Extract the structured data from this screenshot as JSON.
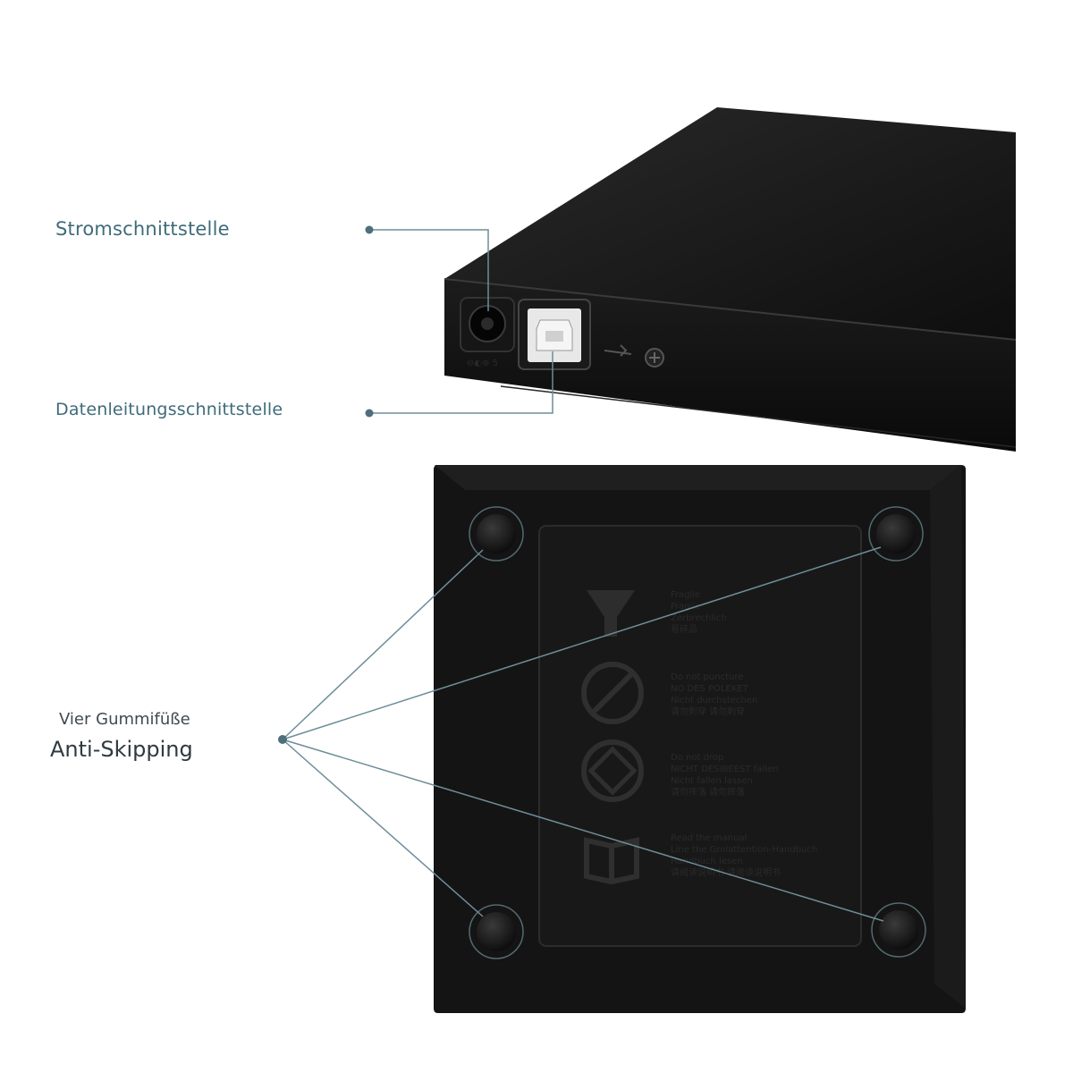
{
  "labels": {
    "power_port": "Stromschnittstelle",
    "data_port": "Datenleitungsschnittstelle",
    "rubber_feet_line1": "Vier Gummifüße",
    "rubber_feet_line2": "Anti-Skipping"
  },
  "bottom_panel_text": {
    "fragile_1": "Fragile",
    "fragile_2": "Fragile",
    "fragile_3": "Zerbrechlich",
    "fragile_4": "易碎品",
    "poleket_1": "Do not puncture",
    "poleket_2": "NO DES POLEKET",
    "poleket_3": "Nicht durchstechen",
    "poleket_4": "请勿刺穿 请勿刺穿",
    "drop_1": "Do not drop",
    "drop_2": "NICHT DESIBEEST fallen",
    "drop_3": "Nicht fallen lassen",
    "drop_4": "请勿摔落 请勿摔落",
    "manual_1": "Read the manual",
    "manual_2": "Line the Grolattention-Handbuch",
    "manual_3": "Handbuch lesen",
    "manual_4": "请阅读说明书 请阅读说明书"
  },
  "colors": {
    "label_text": "#3f6b7a",
    "leader_line": "#6f8d99",
    "device_body": "#111111",
    "background": "#ffffff"
  }
}
